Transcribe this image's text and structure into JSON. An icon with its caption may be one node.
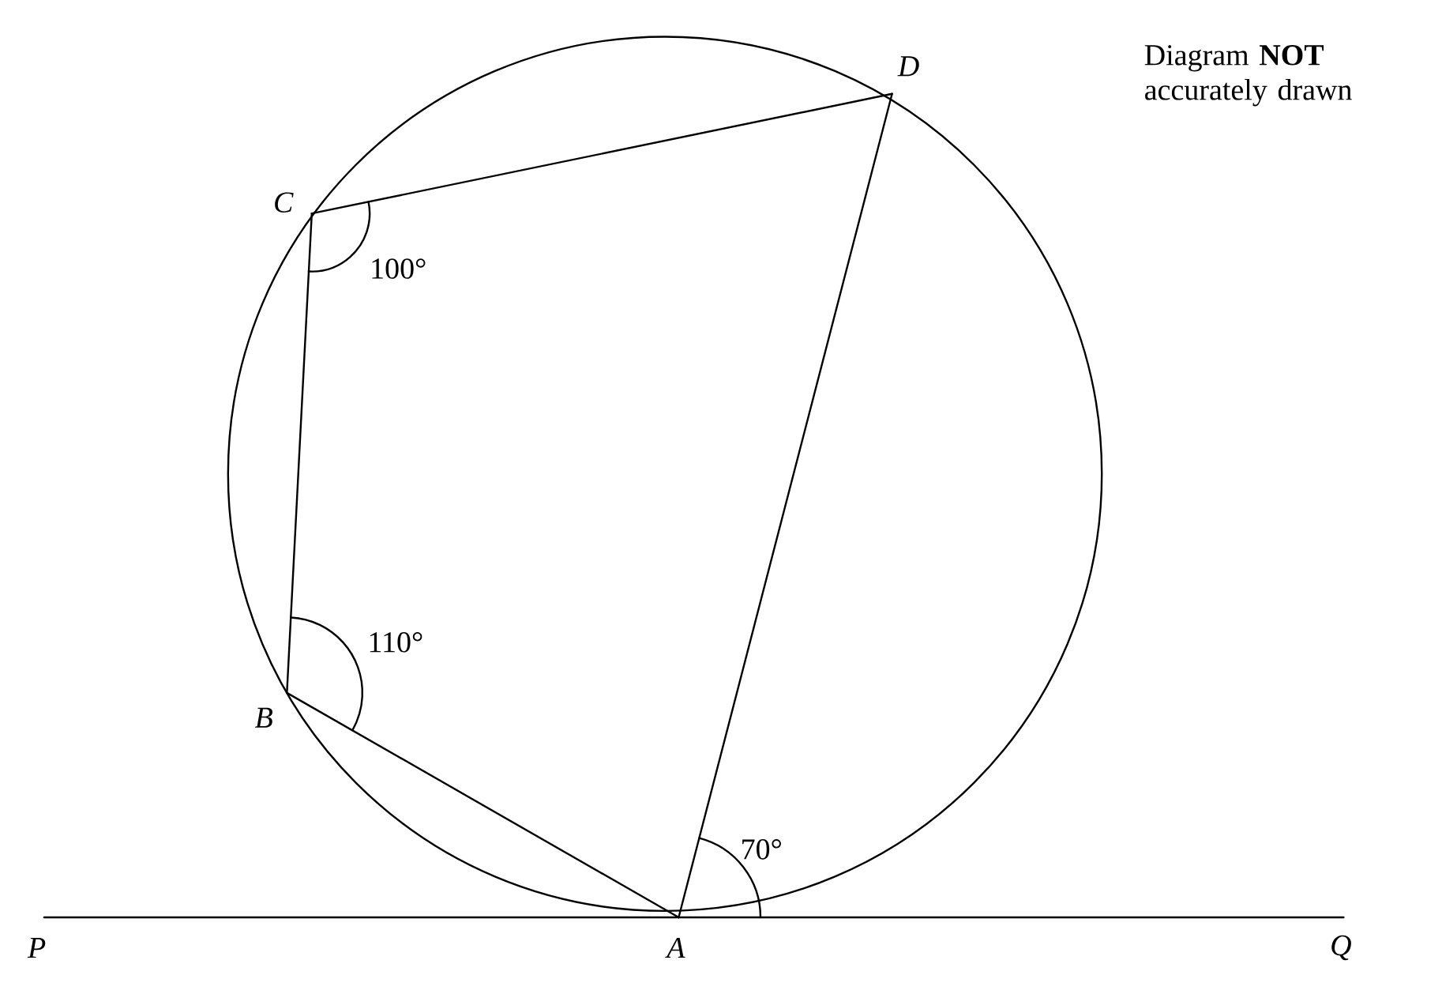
{
  "diagram": {
    "nodes": [
      {
        "text": [
          "P"
        ]
      },
      {
        "text": [
          "A"
        ]
      },
      {
        "text": [
          "Q"
        ]
      },
      {
        "text": [
          "B"
        ]
      },
      {
        "text": [
          "C"
        ]
      },
      {
        "text": [
          "D"
        ]
      }
    ],
    "edges": [
      {
        "from": 0,
        "to": 1,
        "arrow": "none"
      },
      {
        "from": 1,
        "to": 2,
        "arrow": "none"
      },
      {
        "from": 1,
        "to": 3,
        "arrow": "none"
      },
      {
        "from": 3,
        "to": 4,
        "arrow": "none"
      },
      {
        "from": 4,
        "to": 5,
        "arrow": "none"
      },
      {
        "from": 5,
        "to": 1,
        "arrow": "none"
      }
    ],
    "labels": [
      "Diagram **NOT** accurately drawn",
      "100°",
      "110°",
      "70°"
    ]
  }
}
